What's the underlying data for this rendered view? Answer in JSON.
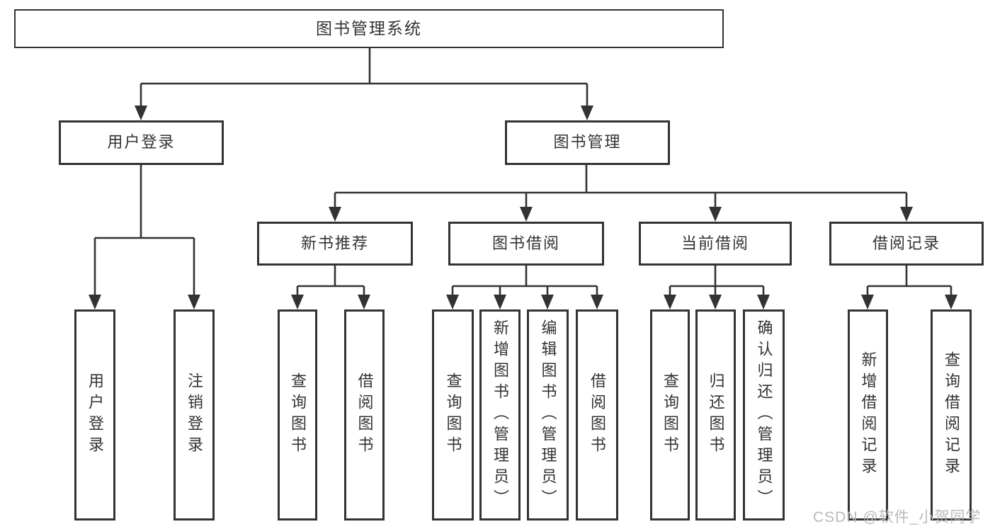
{
  "diagram": {
    "title": "图书管理系统",
    "level2": {
      "user_login": "用户登录",
      "book_mgmt": "图书管理"
    },
    "level3": {
      "new_books": "新书推荐",
      "book_borrow": "图书借阅",
      "current_borrow": "当前借阅",
      "borrow_records": "借阅记录"
    },
    "leaves": {
      "user_login": [
        "用户登录",
        "注销登录"
      ],
      "new_books": [
        "查询图书",
        "借阅图书"
      ],
      "book_borrow": [
        "查询图书",
        "新增图书（管理员）",
        "编辑图书（管理员）",
        "借阅图书"
      ],
      "current_borrow": [
        "查询图书",
        "归还图书",
        "确认归还（管理员）"
      ],
      "borrow_records": [
        "新增借阅记录",
        "查询借阅记录"
      ]
    }
  },
  "watermark": {
    "text": "CSDN @软件_小贺同学",
    "color": "#b3b3b3"
  },
  "colors": {
    "line": "#333333",
    "box_border": "#333333",
    "text": "#333333",
    "background": "#ffffff"
  }
}
